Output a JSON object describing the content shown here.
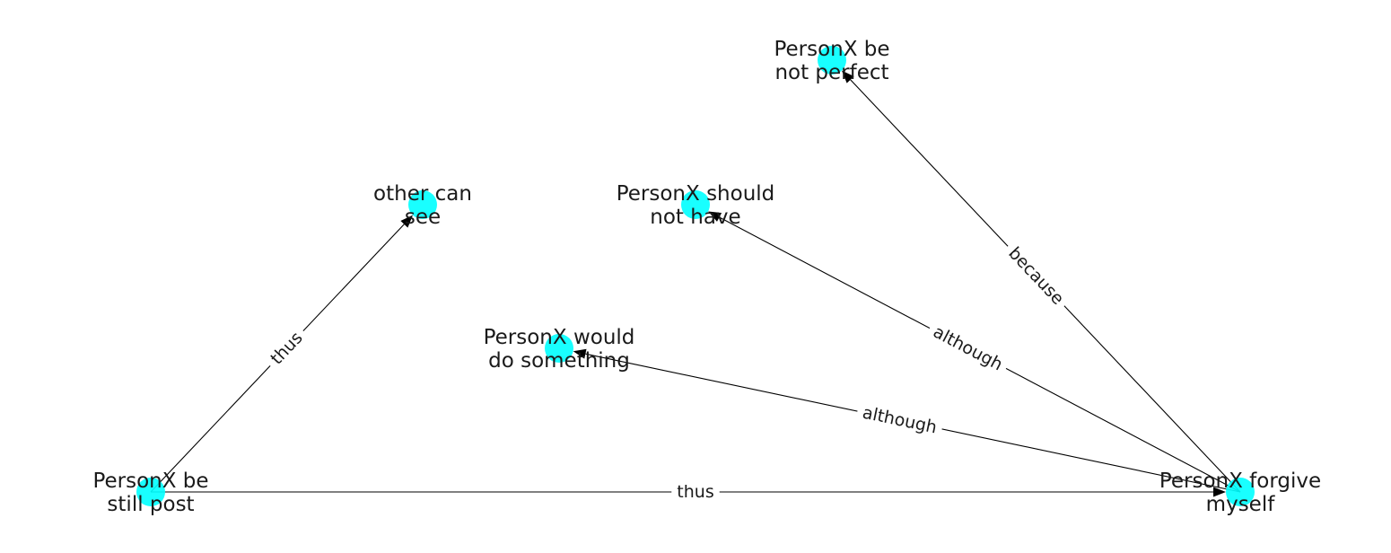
{
  "graph": {
    "node_color": "#00ffff",
    "edge_color": "#000000",
    "nodes": [
      {
        "id": "be_not_perfect",
        "lines": [
          "PersonX be",
          "not perfect"
        ]
      },
      {
        "id": "other_can_see",
        "lines": [
          "other can",
          "see"
        ]
      },
      {
        "id": "should_not_have",
        "lines": [
          "PersonX should",
          "not have"
        ]
      },
      {
        "id": "would_do_something",
        "lines": [
          "PersonX would",
          "do something"
        ]
      },
      {
        "id": "be_still_post",
        "lines": [
          "PersonX be",
          "still post"
        ]
      },
      {
        "id": "forgive_myself",
        "lines": [
          "PersonX forgive",
          "myself"
        ]
      }
    ],
    "edges": [
      {
        "source": "be_still_post",
        "target": "other_can_see",
        "label": "thus"
      },
      {
        "source": "be_still_post",
        "target": "forgive_myself",
        "label": "thus"
      },
      {
        "source": "forgive_myself",
        "target": "be_not_perfect",
        "label": "because"
      },
      {
        "source": "forgive_myself",
        "target": "should_not_have",
        "label": "although"
      },
      {
        "source": "forgive_myself",
        "target": "would_do_something",
        "label": "although"
      }
    ]
  }
}
